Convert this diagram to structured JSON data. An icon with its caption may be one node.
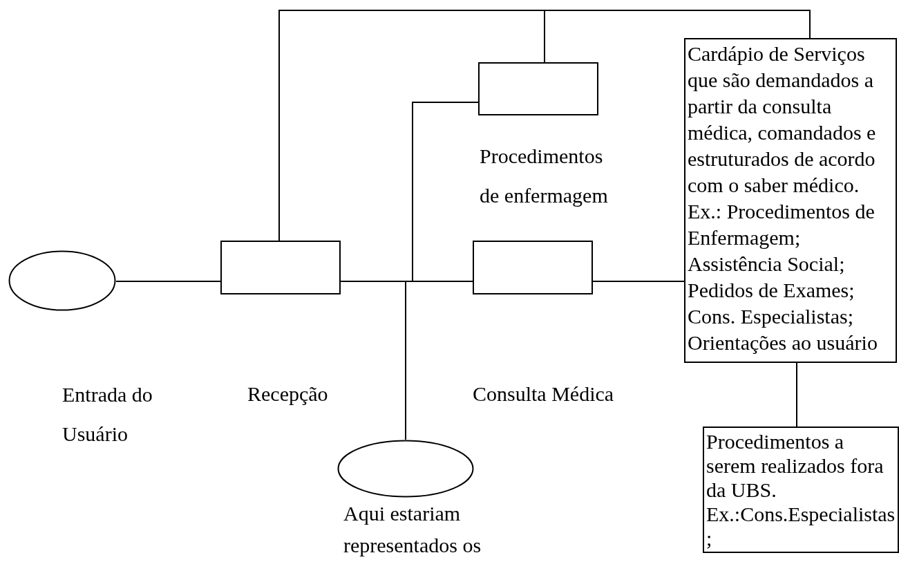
{
  "diagram": {
    "nodes": [
      {
        "text": [
          "Procedimentos de enfermagem"
        ]
      },
      {
        "text": [
          "Cardápio de Serviços que são demandados a partir da consulta médica, comandados e estruturados de acordo com o saber médico. Ex.: Procedimentos de Enfermagem; Assistência Social; Pedidos de Exames; Cons. Especialistas; Orientações ao usuário"
        ]
      },
      {
        "text": [
          "Entrada do Usuário"
        ]
      },
      {
        "text": [],
        "shape": "box"
      },
      {
        "text": [],
        "shape": "box"
      },
      {
        "text": [
          "Procedimentos a serem realizados fora da UBS. Ex.:Cons.Especialistas;"
        ]
      },
      {
        "text": [
          "Aqui estariam representados os"
        ]
      }
    ],
    "edges": [
      {
        "from": 2,
        "to": 3,
        "arrow": "none"
      },
      {
        "from": 3,
        "to": 4,
        "arrow": "none"
      },
      {
        "from": 3,
        "to": 6,
        "arrow": "none"
      },
      {
        "from": 3,
        "to": 0,
        "arrow": "none"
      },
      {
        "from": 3,
        "to": 0,
        "arrow": "none"
      },
      {
        "from": 3,
        "to": 1,
        "arrow": "none"
      },
      {
        "from": 4,
        "to": 1,
        "arrow": "none"
      },
      {
        "from": 1,
        "to": 5,
        "arrow": "none"
      }
    ],
    "labels": [
      "Recepção",
      "Consulta Médica"
    ]
  }
}
